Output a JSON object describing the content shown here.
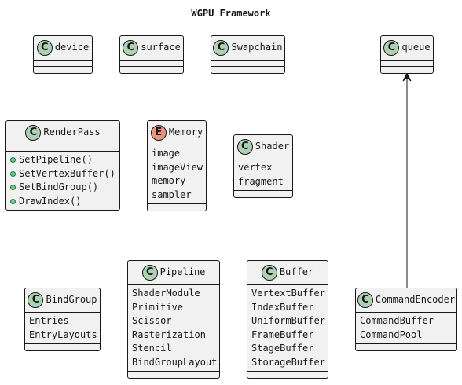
{
  "title": "WGPU Framework",
  "colors": {
    "class_fill": "#f1f1f1",
    "class_stereotype": "#add1b2",
    "enum_stereotype": "#eb937f",
    "method_bullet": "#84be84",
    "border": "#181818"
  },
  "classes": {
    "device": {
      "stereotype": "C",
      "name": "device"
    },
    "surface": {
      "stereotype": "C",
      "name": "surface"
    },
    "swapchain": {
      "stereotype": "C",
      "name": "Swapchain"
    },
    "queue": {
      "stereotype": "C",
      "name": "queue"
    },
    "renderpass": {
      "stereotype": "C",
      "name": "RenderPass",
      "methods": [
        "SetPipeline()",
        "SetVertexBuffer()",
        "SetBindGroup()",
        "DrawIndex()"
      ]
    },
    "memory": {
      "stereotype": "E",
      "name": "Memory",
      "values": [
        "image",
        "imageView",
        "memory",
        "sampler"
      ]
    },
    "shader": {
      "stereotype": "C",
      "name": "Shader",
      "fields": [
        "vertex",
        "fragment"
      ]
    },
    "bindgroup": {
      "stereotype": "C",
      "name": "BindGroup",
      "fields": [
        "Entries",
        "EntryLayouts"
      ]
    },
    "pipeline": {
      "stereotype": "C",
      "name": "Pipeline",
      "fields": [
        "ShaderModule",
        "Primitive",
        "Scissor",
        "Rasterization",
        "Stencil",
        "BindGroupLayout"
      ]
    },
    "buffer": {
      "stereotype": "C",
      "name": "Buffer",
      "fields": [
        "VertextBuffer",
        "IndexBuffer",
        "UniformBuffer",
        "FrameBuffer",
        "StageBuffer",
        "StorageBuffer"
      ]
    },
    "commandencoder": {
      "stereotype": "C",
      "name": "CommandEncoder",
      "fields": [
        "CommandBuffer",
        "CommandPool"
      ]
    }
  },
  "relations": [
    {
      "from": "commandencoder",
      "to": "queue",
      "kind": "association-arrow"
    }
  ]
}
